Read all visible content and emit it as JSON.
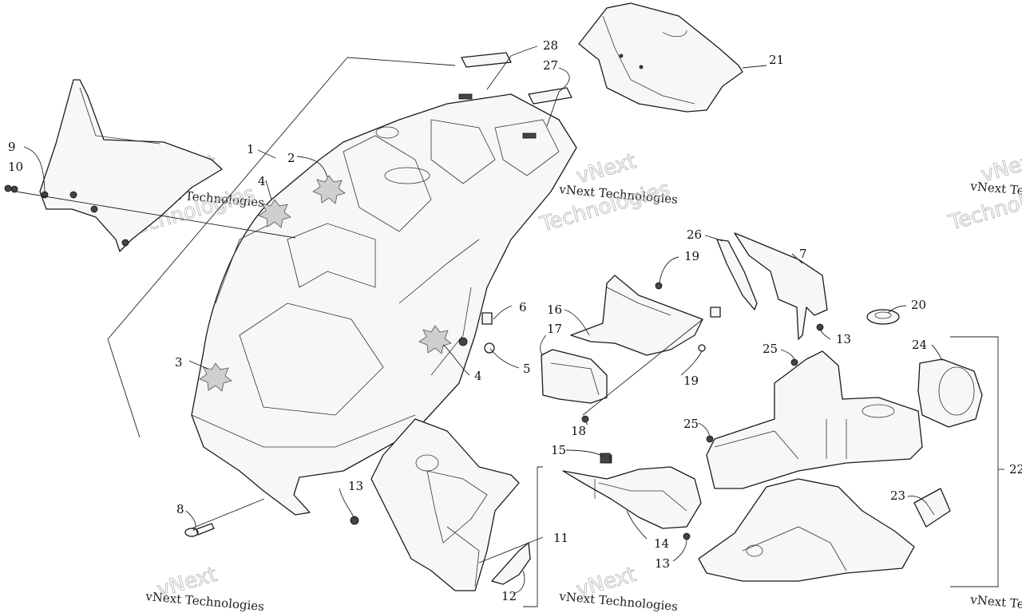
{
  "watermark": {
    "company": "vNext Technologies",
    "word_top": "vNext",
    "word_bottom": "Technologies"
  },
  "callouts": [
    {
      "id": "1",
      "label": "1"
    },
    {
      "id": "2",
      "label": "2"
    },
    {
      "id": "3",
      "label": "3"
    },
    {
      "id": "4a",
      "label": "4"
    },
    {
      "id": "4b",
      "label": "4"
    },
    {
      "id": "5",
      "label": "5"
    },
    {
      "id": "6",
      "label": "6"
    },
    {
      "id": "7",
      "label": "7"
    },
    {
      "id": "8",
      "label": "8"
    },
    {
      "id": "9",
      "label": "9"
    },
    {
      "id": "10",
      "label": "10"
    },
    {
      "id": "11",
      "label": "11"
    },
    {
      "id": "12",
      "label": "12"
    },
    {
      "id": "13a",
      "label": "13"
    },
    {
      "id": "13b",
      "label": "13"
    },
    {
      "id": "13c",
      "label": "13"
    },
    {
      "id": "14",
      "label": "14"
    },
    {
      "id": "15",
      "label": "15"
    },
    {
      "id": "16",
      "label": "16"
    },
    {
      "id": "17",
      "label": "17"
    },
    {
      "id": "18",
      "label": "18"
    },
    {
      "id": "19a",
      "label": "19"
    },
    {
      "id": "19b",
      "label": "19"
    },
    {
      "id": "20",
      "label": "20"
    },
    {
      "id": "21",
      "label": "21"
    },
    {
      "id": "22",
      "label": "22"
    },
    {
      "id": "23",
      "label": "23"
    },
    {
      "id": "24",
      "label": "24"
    },
    {
      "id": "25a",
      "label": "25"
    },
    {
      "id": "25b",
      "label": "25"
    },
    {
      "id": "26",
      "label": "26"
    },
    {
      "id": "27",
      "label": "27"
    },
    {
      "id": "28",
      "label": "28"
    }
  ]
}
